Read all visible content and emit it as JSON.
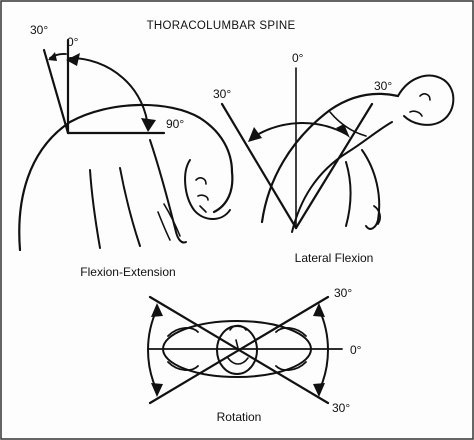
{
  "title": "THORACOLUMBAR SPINE",
  "flexion_extension": {
    "caption": "Flexion-Extension",
    "angle_extension": "30°",
    "angle_neutral": "0°",
    "angle_flexion": "90°"
  },
  "lateral_flexion": {
    "caption": "Lateral Flexion",
    "angle_left": "30°",
    "angle_neutral": "0°",
    "angle_right": "30°"
  },
  "rotation": {
    "caption": "Rotation",
    "angle_top": "30°",
    "angle_neutral": "0°",
    "angle_bottom": "30°"
  },
  "colors": {
    "ink": "#111111",
    "paper": "#fdfdfd"
  }
}
